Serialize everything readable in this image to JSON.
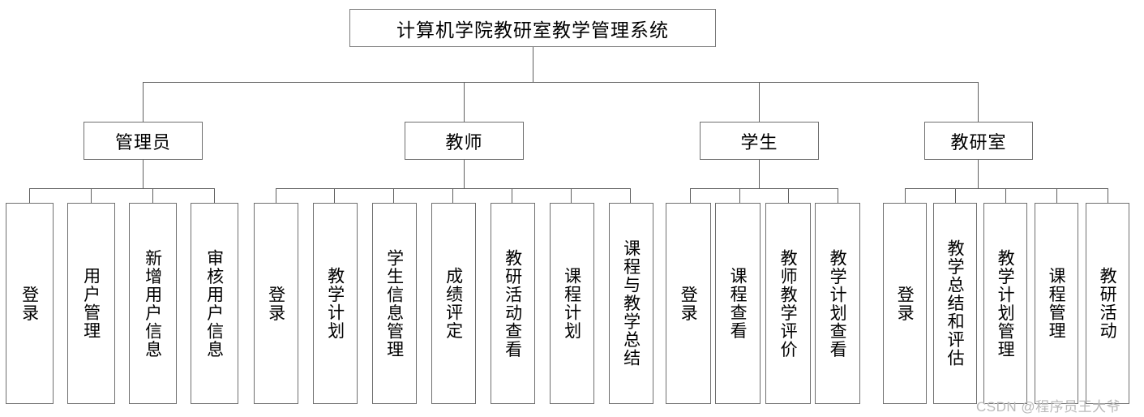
{
  "diagram": {
    "type": "hierarchy-tree",
    "title_node": {
      "label": "计算机学院教研室教学管理系统"
    },
    "groups": [
      {
        "id": "admin",
        "label": "管理员",
        "leaves": [
          {
            "label": "登录"
          },
          {
            "label": "用户管理"
          },
          {
            "label": "新增用户信息"
          },
          {
            "label": "审核用户信息"
          }
        ]
      },
      {
        "id": "teacher",
        "label": "教师",
        "leaves": [
          {
            "label": "登录"
          },
          {
            "label": "教学计划"
          },
          {
            "label": "学生信息管理"
          },
          {
            "label": "成绩评定"
          },
          {
            "label": "教研活动查看"
          },
          {
            "label": "课程计划"
          },
          {
            "label": "课程与教学总结"
          }
        ]
      },
      {
        "id": "student",
        "label": "学生",
        "leaves": [
          {
            "label": "登录"
          },
          {
            "label": "课程查看"
          },
          {
            "label": "教师教学评价"
          },
          {
            "label": "教学计划查看"
          }
        ]
      },
      {
        "id": "office",
        "label": "教研室",
        "leaves": [
          {
            "label": "登录"
          },
          {
            "label": "教学总结和评估"
          },
          {
            "label": "教学计划管理"
          },
          {
            "label": "课程管理"
          },
          {
            "label": "教研活动"
          }
        ]
      }
    ]
  },
  "watermark": {
    "text": "CSDN @程序员王大爷"
  },
  "colors": {
    "line": "#5f6060",
    "border": "#6f6f6f",
    "text": "#000000",
    "background": "#ffffff",
    "watermark": "#b9b9b9"
  }
}
